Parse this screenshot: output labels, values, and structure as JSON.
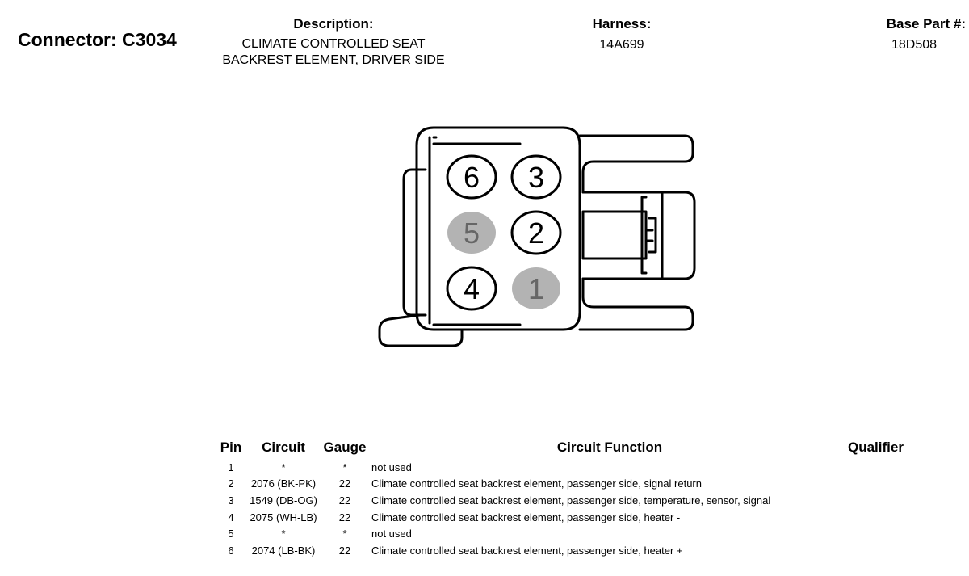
{
  "header": {
    "connector_title": "Connector: C3034",
    "description_label": "Description:",
    "description_lines": [
      "CLIMATE CONTROLLED SEAT",
      "BACKREST ELEMENT, DRIVER SIDE"
    ],
    "harness_label": "Harness:",
    "harness_value": "14A699",
    "base_part_label": "Base Part #:",
    "base_part_value": "18D508"
  },
  "connector": {
    "pin_cavities": [
      {
        "number": "6",
        "used": true
      },
      {
        "number": "3",
        "used": true
      },
      {
        "number": "5",
        "used": false
      },
      {
        "number": "2",
        "used": true
      },
      {
        "number": "4",
        "used": true
      },
      {
        "number": "1",
        "used": false
      }
    ],
    "used_color": "#ffffff",
    "unused_color": "#b3b3b3"
  },
  "pin_table": {
    "columns": {
      "pin": "Pin",
      "circuit": "Circuit",
      "gauge": "Gauge",
      "function": "Circuit Function",
      "qualifier": "Qualifier"
    },
    "rows": [
      {
        "pin": "1",
        "circuit": "*",
        "gauge": "*",
        "function": "not used",
        "qualifier": ""
      },
      {
        "pin": "2",
        "circuit": "2076 (BK-PK)",
        "gauge": "22",
        "function": "Climate controlled seat backrest element, passenger side, signal return",
        "qualifier": ""
      },
      {
        "pin": "3",
        "circuit": "1549 (DB-OG)",
        "gauge": "22",
        "function": "Climate controlled seat backrest element, passenger side, temperature, sensor, signal",
        "qualifier": ""
      },
      {
        "pin": "4",
        "circuit": "2075 (WH-LB)",
        "gauge": "22",
        "function": "Climate controlled seat backrest element, passenger side, heater -",
        "qualifier": ""
      },
      {
        "pin": "5",
        "circuit": "*",
        "gauge": "*",
        "function": "not used",
        "qualifier": ""
      },
      {
        "pin": "6",
        "circuit": "2074 (LB-BK)",
        "gauge": "22",
        "function": "Climate controlled seat backrest element, passenger side, heater +",
        "qualifier": ""
      }
    ]
  }
}
